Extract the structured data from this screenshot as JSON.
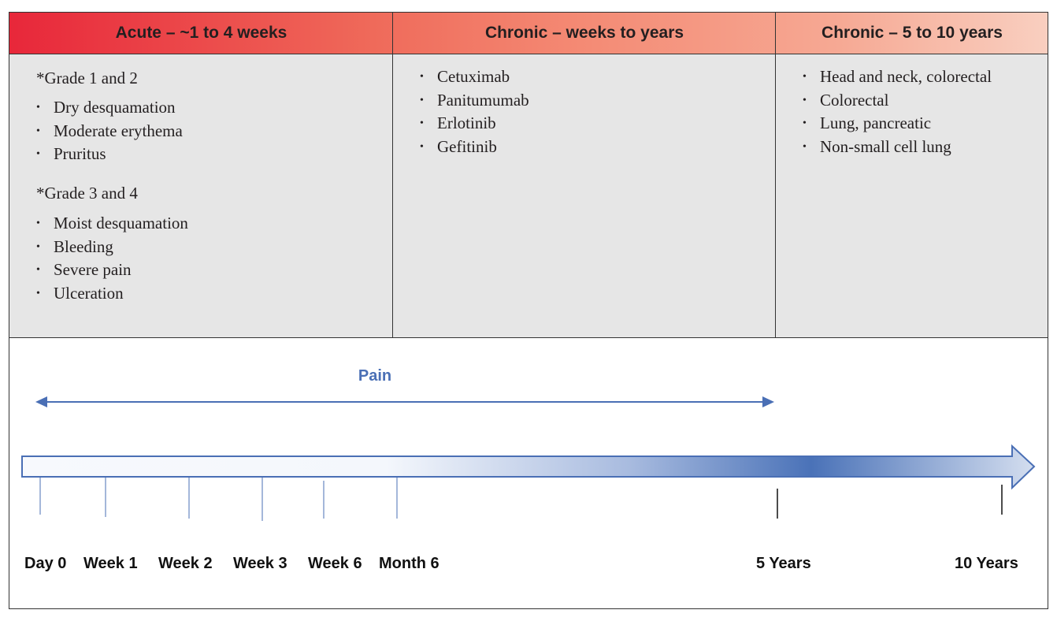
{
  "columns": [
    {
      "header": "Acute – ~1 to 4 weeks",
      "groups": [
        {
          "title": "*Grade 1 and 2",
          "items": [
            "Dry desquamation",
            "Moderate erythema",
            "Pruritus"
          ]
        },
        {
          "title": "*Grade 3 and 4",
          "items": [
            "Moist desquamation",
            "Bleeding",
            "Severe pain",
            "Ulceration"
          ]
        }
      ]
    },
    {
      "header": "Chronic – weeks to years",
      "items": [
        "Cetuximab",
        "Panitumumab",
        "Erlotinib",
        "Gefitinib"
      ]
    },
    {
      "header": "Chronic – 5 to 10 years",
      "items": [
        "Head and neck, colorectal",
        "Colorectal",
        "Lung, pancreatic",
        "Non-small cell lung"
      ]
    }
  ],
  "timeline": {
    "pain_label": "Pain",
    "labels": [
      "Day 0",
      "Week 1",
      "Week 2",
      "Week 3",
      "Week 6",
      "Month 6",
      "5 Years",
      "10 Years"
    ]
  },
  "colors": {
    "accent_red": "#e8273a",
    "timeline_blue": "#4a6fb5"
  }
}
